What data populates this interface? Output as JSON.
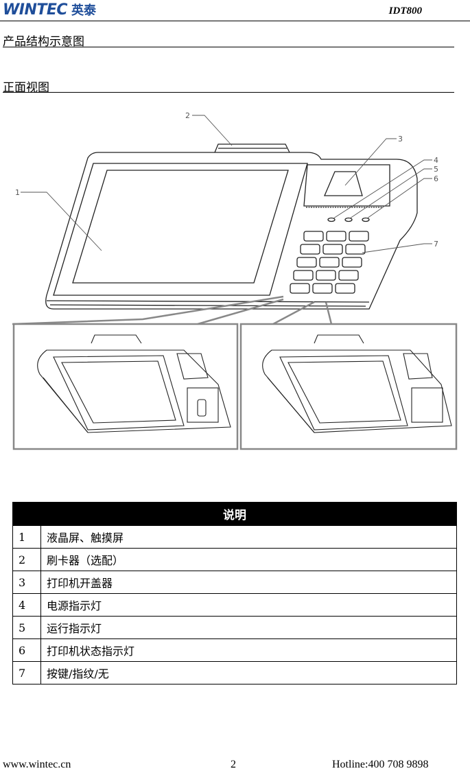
{
  "header": {
    "logo_text": "WINTEC",
    "logo_cn": "英泰",
    "model": "IDT800"
  },
  "sections": {
    "structure_title": "产品结构示意图",
    "front_view_title": "正面视图"
  },
  "callouts": [
    "1",
    "2",
    "3",
    "4",
    "5",
    "6",
    "7"
  ],
  "table": {
    "header": "说明",
    "rows": [
      {
        "num": "1",
        "desc": "液晶屏、触摸屏"
      },
      {
        "num": "2",
        "desc": "刷卡器（选配）"
      },
      {
        "num": "3",
        "desc": "打印机开盖器"
      },
      {
        "num": "4",
        "desc": "电源指示灯"
      },
      {
        "num": "5",
        "desc": "运行指示灯"
      },
      {
        "num": "6",
        "desc": "打印机状态指示灯"
      },
      {
        "num": "7",
        "desc": "按键/指纹/无"
      }
    ]
  },
  "footer": {
    "website": "www.wintec.cn",
    "page": "2",
    "hotline": "Hotline:400 708 9898"
  }
}
